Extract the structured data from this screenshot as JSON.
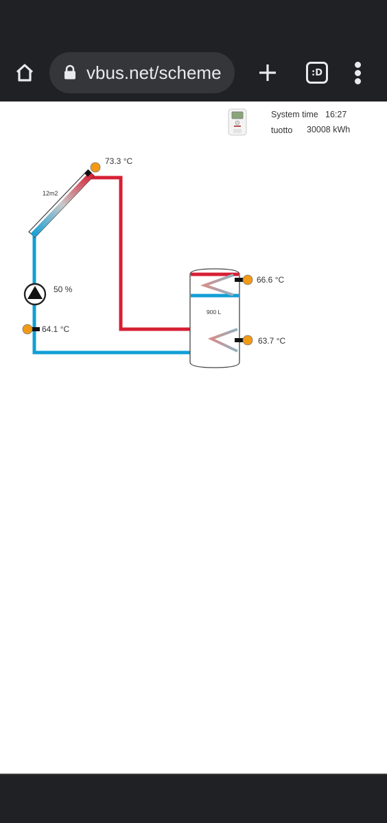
{
  "browser": {
    "url": "vbus.net/scheme",
    "tab_count": ":D",
    "icons": [
      "home-icon",
      "lock-icon",
      "plus-icon",
      "tabs-icon",
      "more-vert-icon"
    ]
  },
  "status": {
    "system_time_label": "System time",
    "system_time_value": "16:27",
    "yield_label": "tuotto",
    "yield_value": "30008 kWh"
  },
  "scheme": {
    "collector_area": "12m2",
    "collector_temp": "73.3 °C",
    "pump_speed": "50 %",
    "return_temp": "64.1 °C",
    "tank_volume": "900 L",
    "tank_top_temp": "66.6 °C",
    "tank_bottom_temp": "63.7 °C",
    "colors": {
      "hot": "#d71f33",
      "cold": "#119fd6",
      "sensor": "#f29a16",
      "frame": "#2b2b2b"
    }
  }
}
